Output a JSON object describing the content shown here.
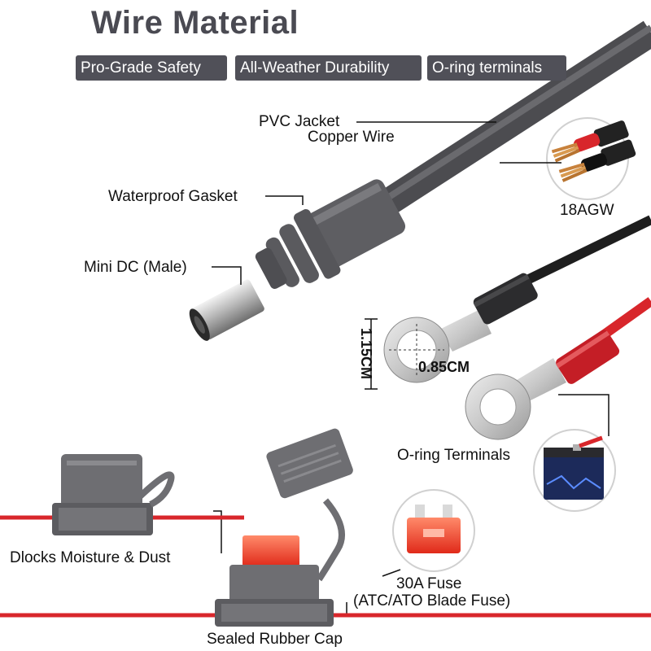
{
  "title": "Wire Material",
  "features": [
    "Pro-Grade Safety",
    "All-Weather Durability",
    "O-ring terminals"
  ],
  "labels": {
    "pvc_jacket": "PVC Jacket",
    "copper_wire": "Copper Wire",
    "gauge": "18AGW",
    "waterproof_gasket": "Waterproof Gasket",
    "mini_dc": "Mini DC (Male)",
    "ring_height": "1.15CM",
    "ring_width": "0.85CM",
    "oring_terminals": "O-ring Terminals",
    "blocks_moisture": "Dlocks Moisture & Dust",
    "fuse_rating": "30A Fuse",
    "fuse_type": "(ATC/ATO Blade Fuse)",
    "sealed_cap": "Sealed Rubber Cap"
  },
  "colors": {
    "cable_gray": "#5a5a5e",
    "wire_red": "#d8262b",
    "holder_gray": "#6e6e72",
    "badge_bg": "#505058",
    "title_text": "#4a4a52",
    "fuse_red": "#f04a30"
  }
}
